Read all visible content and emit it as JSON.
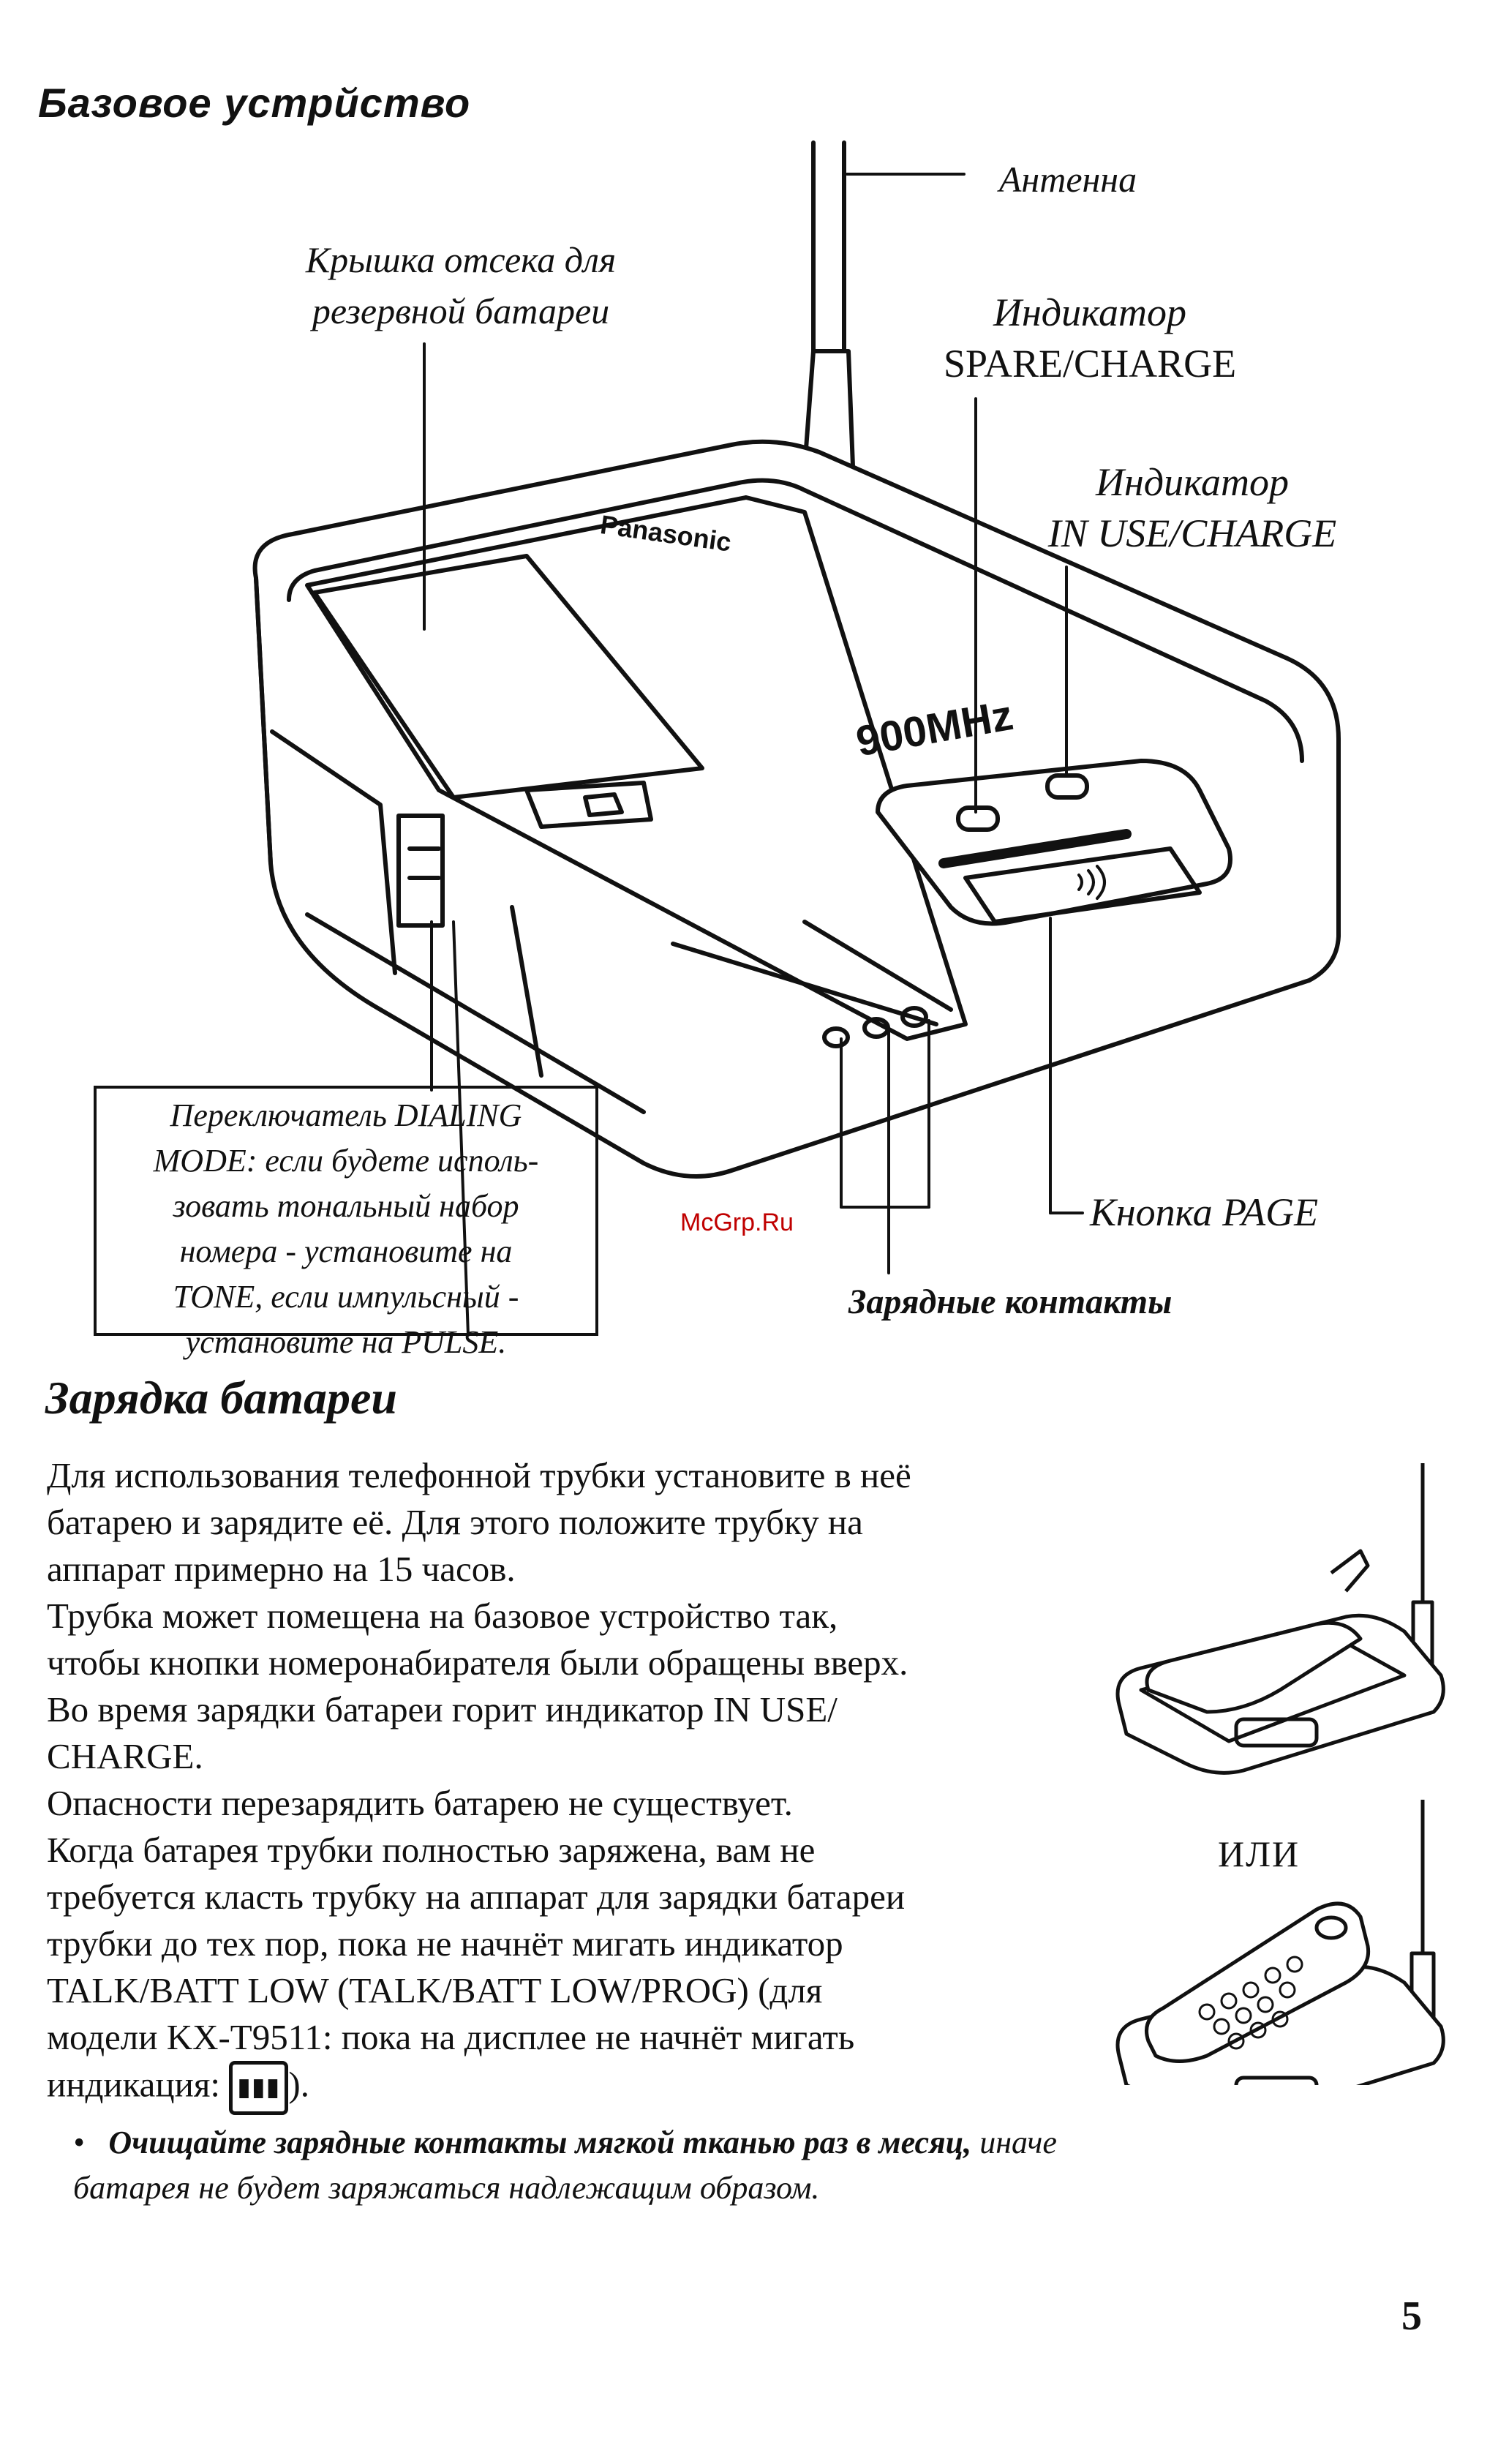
{
  "page": {
    "section_title": "Базовое устрйство",
    "page_number": "5",
    "watermark": "McGrp.Ru"
  },
  "diagram": {
    "brand": "Panasonic",
    "model_badge": "900MHz",
    "callouts": {
      "antenna": "Антенна",
      "spare_battery_cover": [
        "Крышка отсека для",
        "резервной батареи"
      ],
      "spare_indicator": [
        "Индикатор",
        "SPARE/CHARGE"
      ],
      "in_use_indicator": [
        "Индикатор",
        "IN USE/CHARGE"
      ],
      "page_button": "Кнопка PAGE",
      "charge_contacts": "Зарядные контакты"
    },
    "dialing_mode_note": [
      "Переключатель DIALING",
      "MODE: если будете исполь-",
      "зовать тональный набор",
      "номера - установите на",
      "TONE, если импульсный -",
      "установите на PULSE."
    ]
  },
  "charging": {
    "heading": "Зарядка батареи",
    "paragraph_lines": [
      "Для использования телефонной трубки установите в неё",
      "батарею и зарядите её. Для этого положите трубку на",
      "аппарат примерно на 15 часов.",
      "Трубка может помещена на базовое устройство так,",
      "чтобы кнопки номеронабирателя были обращены вверх.",
      "Во время зарядки батареи горит индикатор IN USE/",
      "CHARGE.",
      "Опасности перезарядить батарею не существует.",
      "Когда батарея трубки полностью заряжена, вам не",
      "требуется класть трубку на аппарат для зарядки батареи",
      "трубки до тех пор, пока не начнёт мигать индикатор",
      "TALK/BATT LOW (TALK/BATT LOW/PROG) (для",
      "модели KX-T9511: пока на дисплее не начнёт мигать"
    ],
    "indicator_line_prefix": "индикация: ",
    "indicator_line_suffix": ").",
    "lcd_icon_label": "▮▮▮",
    "or_label": "ИЛИ",
    "bullet_bold": "Очищайте зарядные контакты мягкой тканью раз в месяц,",
    "bullet_rest": " иначе батарея не будет заряжаться надлежащим образом."
  }
}
